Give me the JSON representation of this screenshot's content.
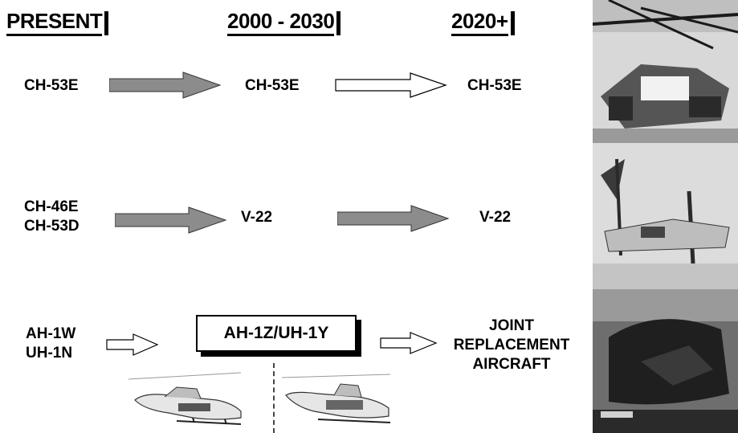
{
  "headers": {
    "present": "PRESENT",
    "mid": "2000 - 2030",
    "future": "2020+"
  },
  "rows": [
    {
      "present": [
        "CH-53E"
      ],
      "mid": "CH-53E",
      "future": [
        "CH-53E"
      ],
      "arrow1": "textured",
      "arrow2": "outline"
    },
    {
      "present": [
        "CH-46E",
        "CH-53D"
      ],
      "mid": "V-22",
      "future": [
        "V-22"
      ],
      "arrow1": "textured",
      "arrow2": "textured"
    },
    {
      "present": [
        "AH-1W",
        "UH-1N"
      ],
      "mid": "AH-1Z/UH-1Y",
      "future": [
        "JOINT",
        "REPLACEMENT",
        "AIRCRAFT"
      ],
      "arrow1": "outline",
      "arrow2": "outline"
    }
  ],
  "colors": {
    "text": "#000000",
    "arrow_fill": "#8c8c8c",
    "photo_dark": "#2a2a2a",
    "photo_light": "#d8d8d8"
  }
}
